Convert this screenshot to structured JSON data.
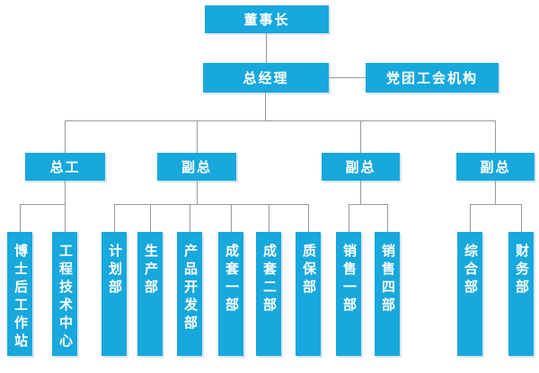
{
  "colors": {
    "box_fill": "#17a8dd",
    "box_text": "#ffffff",
    "line_color": "#999999",
    "background": "#ffffff"
  },
  "org": {
    "root": {
      "label": "董事长"
    },
    "gm": {
      "label": "总经理"
    },
    "staff_branch": {
      "label": "党团工会机构"
    },
    "executives": [
      {
        "label": "总工",
        "departments": [
          "博士后工作站",
          "工程技术中心"
        ]
      },
      {
        "label": "副总",
        "departments": [
          "计划部",
          "生产部",
          "产品开发部",
          "成套一部",
          "成套二部",
          "质保部"
        ]
      },
      {
        "label": "副总",
        "departments": [
          "销售一部",
          "销售四部"
        ]
      },
      {
        "label": "副总",
        "departments": [
          "综合部",
          "财务部"
        ]
      }
    ]
  }
}
